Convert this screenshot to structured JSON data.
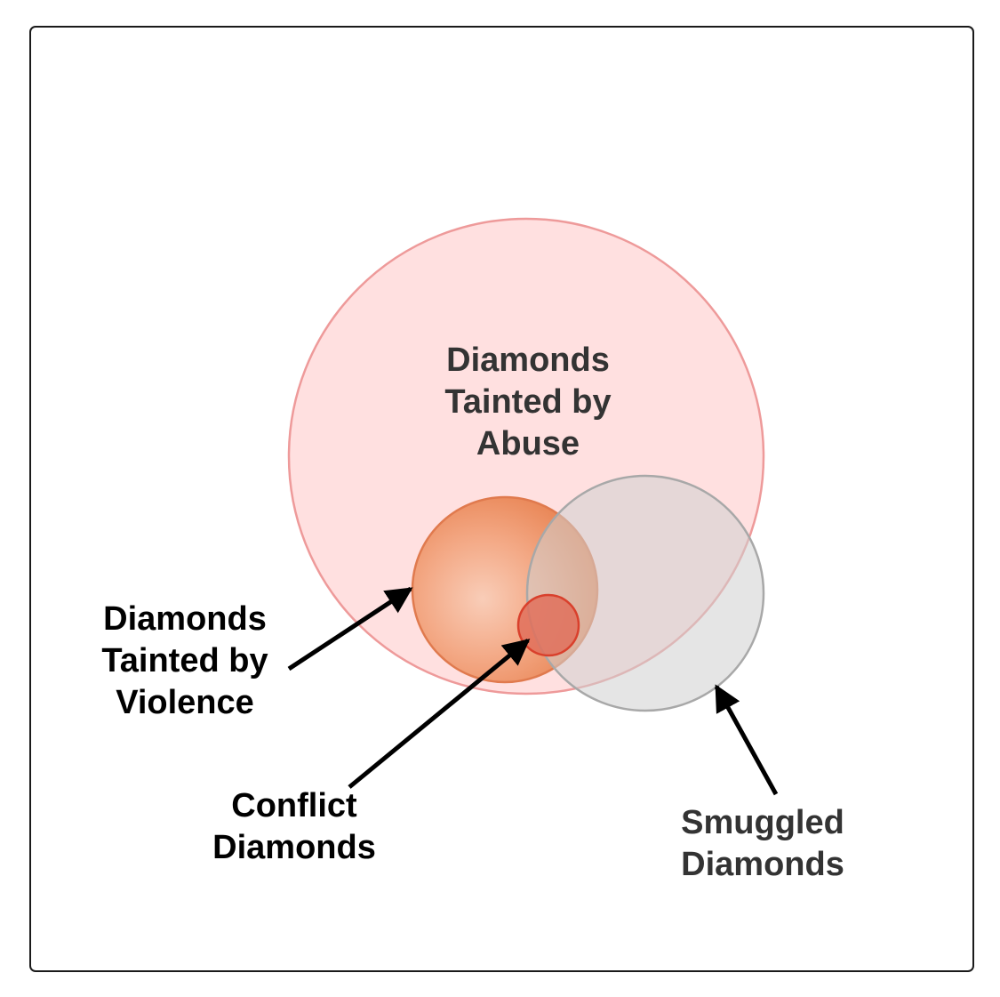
{
  "diagram": {
    "sets": [
      {
        "id": "abuse",
        "lines": [
          "Diamonds",
          "Tainted by",
          "Abuse"
        ],
        "fill": "#ffdede",
        "stroke": "#ee9a9a"
      },
      {
        "id": "violence",
        "lines": [
          "Diamonds",
          "Tainted by",
          "Violence"
        ],
        "fill_center": "#f7c3ab",
        "fill_edge": "#ea8a5e",
        "stroke": "#e07a4e"
      },
      {
        "id": "conflict",
        "lines": [
          "Conflict",
          "Diamonds"
        ],
        "fill": "#e0705c",
        "stroke": "#d9402c"
      },
      {
        "id": "smuggled",
        "lines": [
          "Smuggled",
          "Diamonds"
        ],
        "fill": "#d9d9d9",
        "stroke": "#a8a8a8"
      }
    ],
    "colors": {
      "arrow": "#000000",
      "frame": "#1a1a1a",
      "label_inside": "#333333",
      "label_outside": "#000000"
    }
  }
}
